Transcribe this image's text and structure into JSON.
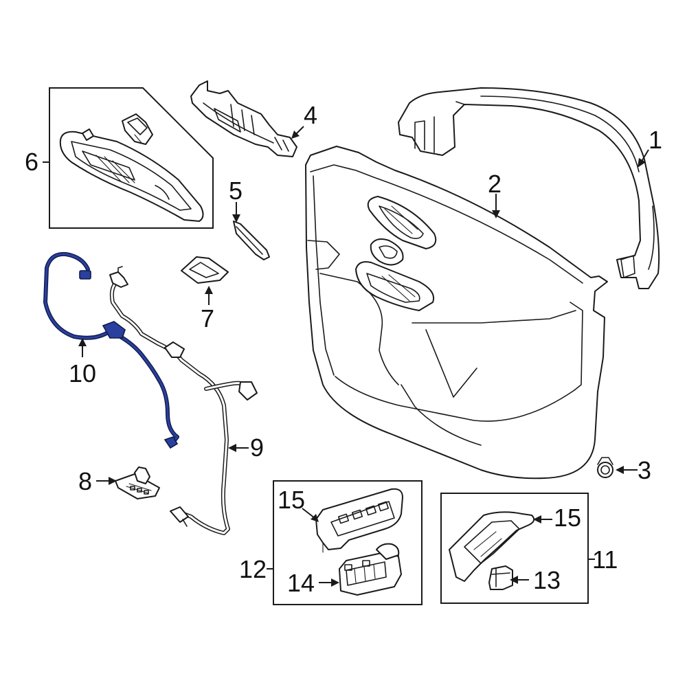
{
  "callouts": {
    "c1": "1",
    "c2": "2",
    "c3": "3",
    "c4": "4",
    "c5": "5",
    "c6": "6",
    "c7": "7",
    "c8": "8",
    "c9": "9",
    "c10": "10",
    "c11": "11",
    "c12": "12",
    "c13": "13",
    "c14": "14",
    "c15a": "15",
    "c15b": "15"
  },
  "colors": {
    "highlight": "#2b3f9e",
    "line": "#1a1a1a",
    "background": "#ffffff"
  }
}
